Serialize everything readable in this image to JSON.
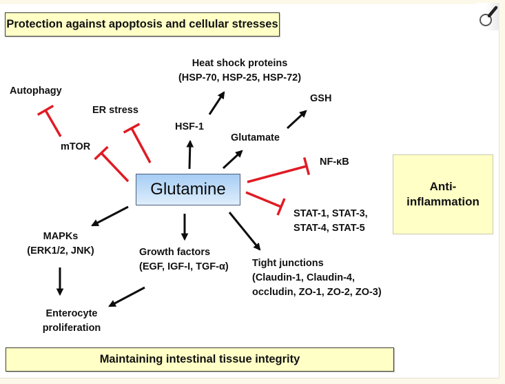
{
  "banners": {
    "top": "Protection against apoptosis and cellular stresses",
    "bottom": "Maintaining intestinal tissue integrity"
  },
  "side_box": {
    "line1": "Anti-",
    "line2": "inflammation"
  },
  "center_node": "Glutamine",
  "nodes": {
    "autophagy": "Autophagy",
    "er_stress": "ER stress",
    "mtor": "mTOR",
    "hsp_title": "Heat shock proteins",
    "hsp_members": "(HSP-70, HSP-25, HSP-72)",
    "hsf1": "HSF-1",
    "glutamate": "Glutamate",
    "gsh": "GSH",
    "nfkb": "NF-κB",
    "stat_line1": "STAT-1, STAT-3,",
    "stat_line2": "STAT-4, STAT-5",
    "mapks_title": "MAPKs",
    "mapks_members": "(ERK1/2, JNK)",
    "growth_title": "Growth factors",
    "growth_members": "(EGF, IGF-I, TGF-α)",
    "tj_title": "Tight junctions",
    "tj_line2": "(Claudin-1, Claudin-4,",
    "tj_line3": "occludin, ZO-1, ZO-2, ZO-3)",
    "entero_line1": "Enterocyte",
    "entero_line2": "proliferation"
  },
  "edges": [
    {
      "from": "Glutamine",
      "to": "HSF-1",
      "type": "activation"
    },
    {
      "from": "HSF-1",
      "to": "Heat shock proteins",
      "type": "activation"
    },
    {
      "from": "Glutamine",
      "to": "Glutamate",
      "type": "activation"
    },
    {
      "from": "Glutamate",
      "to": "GSH",
      "type": "activation"
    },
    {
      "from": "Glutamine",
      "to": "mTOR",
      "type": "inhibition"
    },
    {
      "from": "mTOR",
      "to": "Autophagy",
      "type": "inhibition"
    },
    {
      "from": "Glutamine",
      "to": "ER stress",
      "type": "inhibition"
    },
    {
      "from": "Glutamine",
      "to": "NF-κB",
      "type": "inhibition"
    },
    {
      "from": "Glutamine",
      "to": "STAT-1, STAT-3, STAT-4, STAT-5",
      "type": "inhibition"
    },
    {
      "from": "Glutamine",
      "to": "MAPKs",
      "type": "activation"
    },
    {
      "from": "Glutamine",
      "to": "Growth factors",
      "type": "activation"
    },
    {
      "from": "Glutamine",
      "to": "Tight junctions",
      "type": "activation"
    },
    {
      "from": "MAPKs",
      "to": "Enterocyte proliferation",
      "type": "activation"
    },
    {
      "from": "Growth factors",
      "to": "Enterocyte proliferation",
      "type": "activation"
    }
  ],
  "colors": {
    "activation": "#0d0d0d",
    "inhibition": "#e01b24",
    "banner_fill": "#ffffc6",
    "node_fill_top": "#a6cdf4",
    "node_fill_bottom": "#dfeefc"
  },
  "icons": {
    "zoom": "magnifier-icon"
  }
}
